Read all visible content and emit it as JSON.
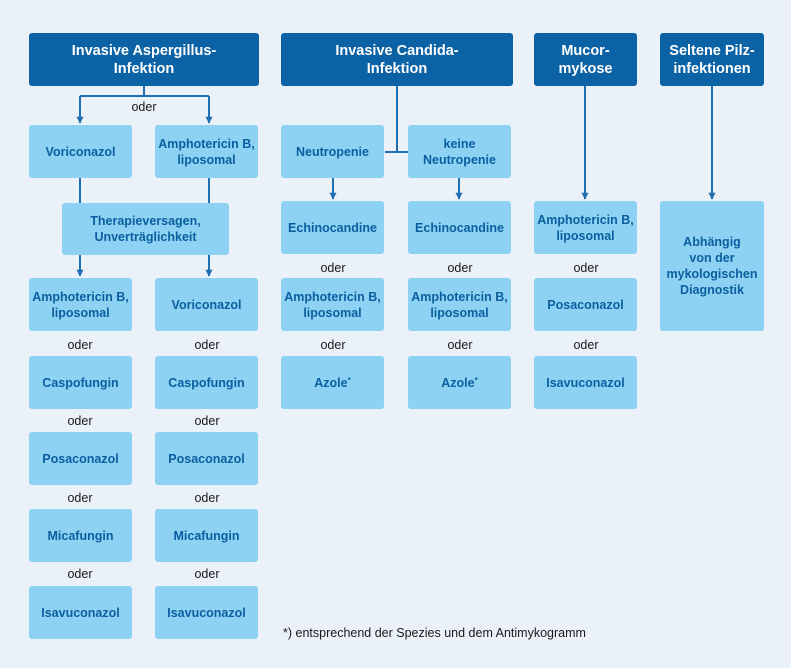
{
  "headers": {
    "aspergillus": "Invasive Aspergillus-\nInfektion",
    "candida": "Invasive Candida-\nInfektion",
    "mucor": "Mucor-\nmykose",
    "rare": "Seltene Pilz-\ninfektionen"
  },
  "or_label": "oder",
  "aspergillus": {
    "first_line": [
      "Voriconazol",
      "Amphotericin B,\nliposomal"
    ],
    "failure": "Therapieversagen,\nUnverträglichkeit",
    "left_column": [
      "Amphotericin B,\nliposomal",
      "Caspofungin",
      "Posaconazol",
      "Micafungin",
      "Isavuconazol"
    ],
    "right_column": [
      "Voriconazol",
      "Caspofungin",
      "Posaconazol",
      "Micafungin",
      "Isavuconazol"
    ]
  },
  "candida": {
    "neutropenia": "Neutropenie",
    "no_neutropenia": "keine\nNeutropenie",
    "left_column": [
      "Echinocandine",
      "Amphotericin B,\nliposomal",
      "Azole"
    ],
    "right_column": [
      "Echinocandine",
      "Amphotericin B,\nliposomal",
      "Azole"
    ],
    "azole_mark": "*"
  },
  "mucor": {
    "column": [
      "Amphotericin B,\nliposomal",
      "Posaconazol",
      "Isavuconazol"
    ]
  },
  "rare": {
    "box": "Abhängig\nvon der\nmykologischen\nDiagnostik"
  },
  "footnote": "*) entsprechend der Spezies und dem Antimykogramm",
  "colors": {
    "background": "#eaf1f8",
    "header": "#0b62a4",
    "box": "#8dd2f3",
    "box_text": "#0b5fa0",
    "line": "#1f6fb2"
  }
}
